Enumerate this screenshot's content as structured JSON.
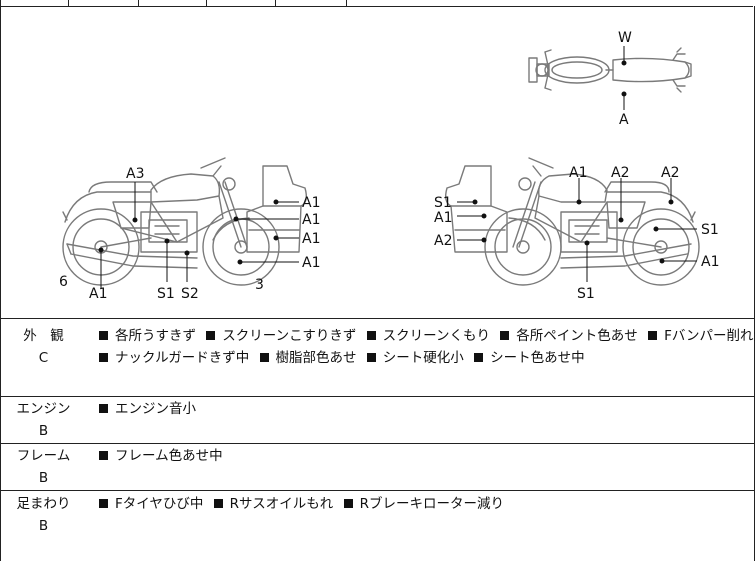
{
  "diagram_labels": {
    "top_view": {
      "front": "W",
      "rear": "A"
    },
    "left_side": [
      "A3",
      "A1",
      "A1",
      "A1",
      "A1",
      "6",
      "A1",
      "S1",
      "S2",
      "3"
    ],
    "right_side": [
      "A1",
      "A2",
      "A2",
      "S1",
      "A1",
      "A2",
      "S1",
      "A1",
      "S1"
    ]
  },
  "sections": [
    {
      "category": "外　観",
      "grade": "C",
      "lines": [
        [
          "各所うすきず",
          "スクリーンこすりきず",
          "スクリーンくもり",
          "各所ペイント色あせ",
          "Fバンパー削れ大"
        ],
        [
          "ナックルガードきず中",
          "樹脂部色あせ",
          "シート硬化小",
          "シート色あせ中"
        ]
      ]
    },
    {
      "category": "エンジン",
      "grade": "B",
      "lines": [
        [
          "エンジン音小"
        ]
      ]
    },
    {
      "category": "フレーム",
      "grade": "B",
      "lines": [
        [
          "フレーム色あせ中"
        ]
      ]
    },
    {
      "category": "足まわり",
      "grade": "B",
      "lines": [
        [
          "Fタイヤひび中",
          "Rサスオイルもれ",
          "Rブレーキローター減り"
        ]
      ]
    }
  ]
}
